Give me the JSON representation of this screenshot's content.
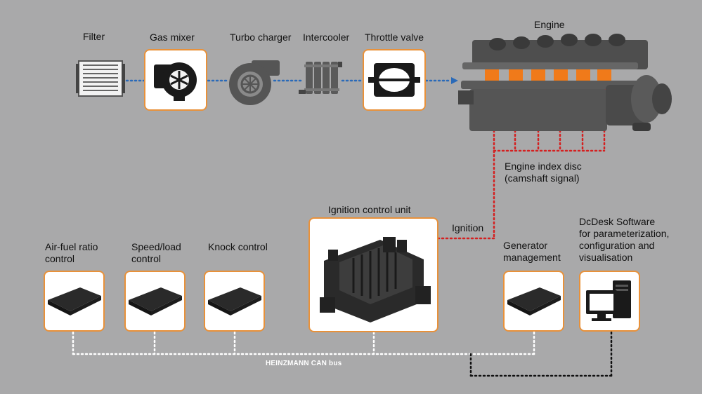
{
  "top_labels": {
    "filter": "Filter",
    "gas_mixer": "Gas mixer",
    "turbo_charger": "Turbo charger",
    "intercooler": "Intercooler",
    "throttle_valve": "Throttle valve",
    "engine": "Engine"
  },
  "engine_index_disc": {
    "line1": "Engine index disc",
    "line2": "(camshaft signal)"
  },
  "ignition_control_unit": "Ignition control unit",
  "ignition": "Ignition",
  "controllers": {
    "air_fuel_line1": "Air-fuel ratio",
    "air_fuel_line2": "control",
    "speed_load_line1": "Speed/load",
    "speed_load_line2": "control",
    "knock": "Knock control",
    "generator_line1": "Generator",
    "generator_line2": "management"
  },
  "dcdesk": {
    "line1": "DcDesk Software",
    "line2": "for parameterization,",
    "line3": "configuration and",
    "line4": "visualisation"
  },
  "can_bus": "HEINZMANN CAN bus",
  "colors": {
    "background": "#a9a9aa",
    "accent_orange": "#e8913a",
    "signal_red": "#d42020",
    "flow_blue": "#2a6ab8"
  },
  "icons": [
    "filter-icon",
    "gas-mixer-icon",
    "turbo-charger-icon",
    "intercooler-icon",
    "throttle-valve-icon",
    "engine-icon",
    "ecu-icon",
    "ignition-unit-icon",
    "computer-icon"
  ]
}
